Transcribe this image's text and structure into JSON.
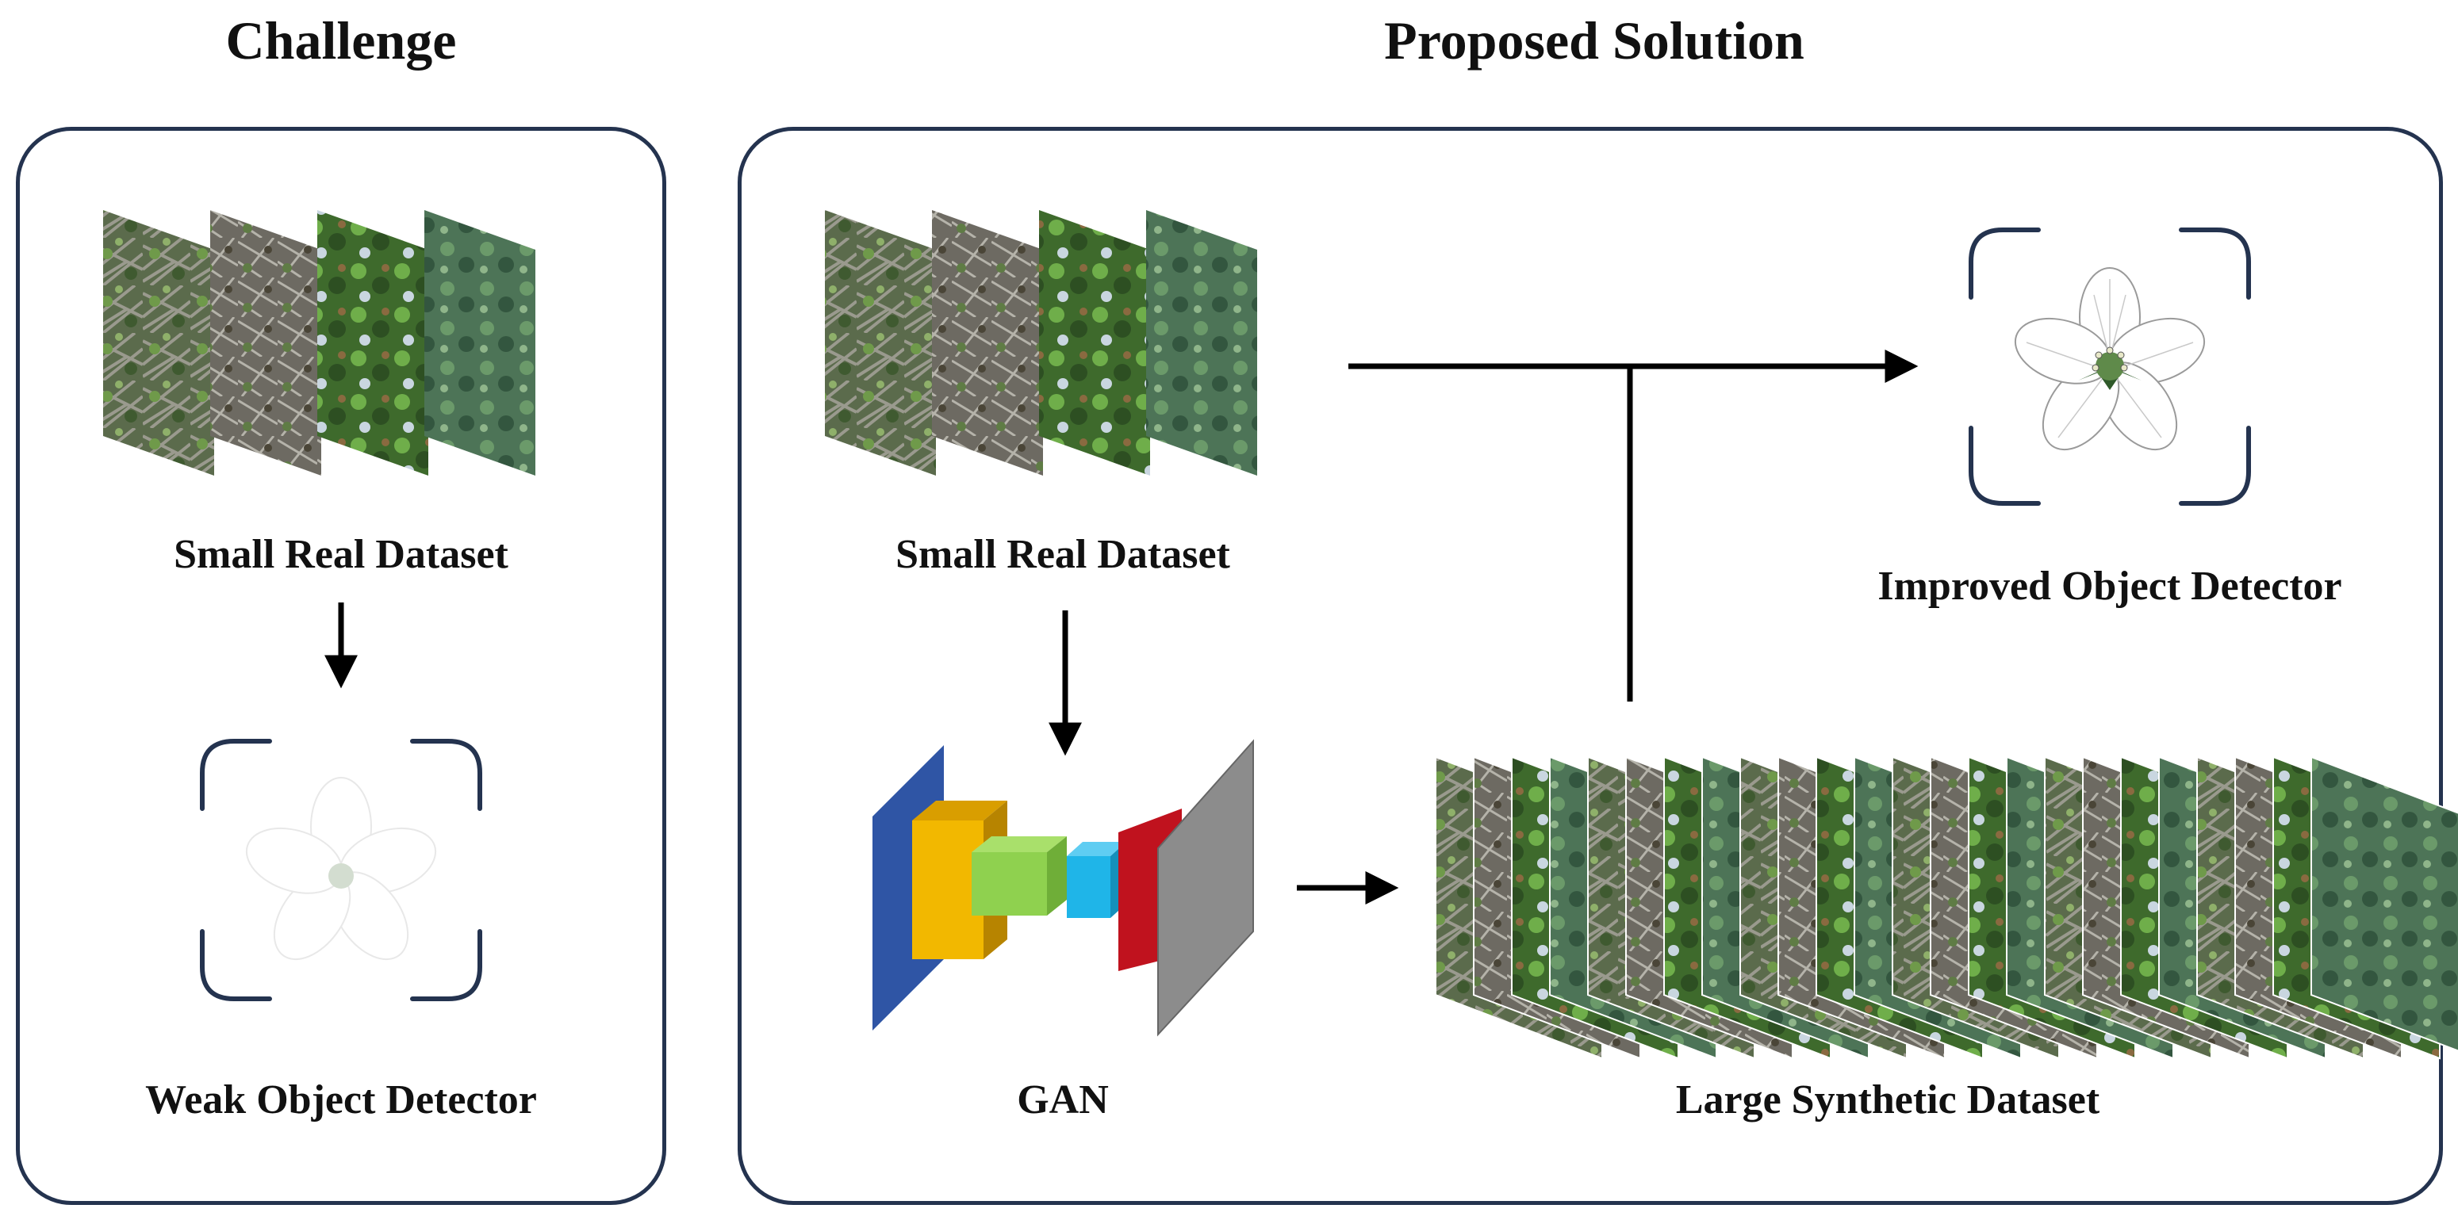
{
  "headings": {
    "challenge": "Challenge",
    "solution": "Proposed Solution"
  },
  "labels": {
    "challenge_dataset": "Small Real Dataset",
    "weak_detector": "Weak Object Detector",
    "solution_dataset": "Small Real Dataset",
    "gan": "GAN",
    "synthetic_dataset": "Large Synthetic Dataset",
    "improved_detector": "Improved Object Detector"
  },
  "icons": {
    "photo_stack": "photo-stack-icon",
    "flower": "flower-icon",
    "detector_frame": "detector-frame-icon",
    "gan_network": "gan-network-icon"
  },
  "colors": {
    "frame": "#24334f",
    "gan_blue": "#2f55a5",
    "gan_yellow": "#f2b800",
    "gan_green": "#8fd14f",
    "gan_cyan": "#1fb5e8",
    "gan_red": "#c0121e",
    "gan_gray": "#8c8c8c"
  }
}
